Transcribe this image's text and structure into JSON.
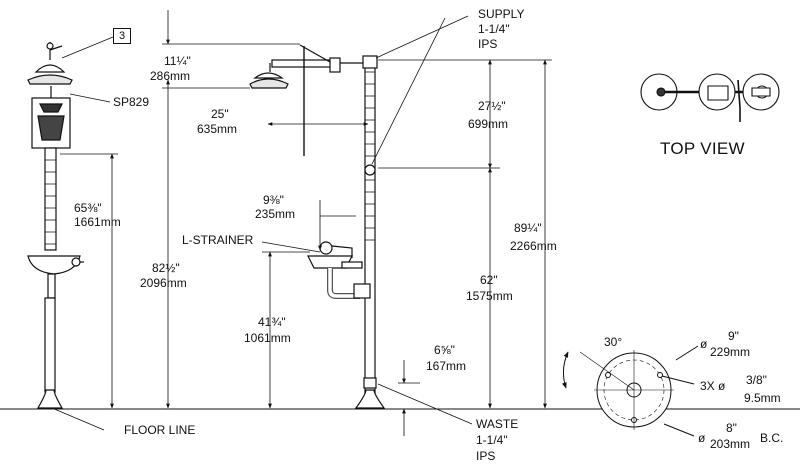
{
  "views": {
    "top_view_title": "TOP VIEW"
  },
  "callouts": {
    "detail_tag": "3",
    "model": "SP829",
    "supply": "SUPPLY",
    "supply_size": "1-1/4\"",
    "supply_type": "IPS",
    "waste": "WASTE",
    "waste_size": "1-1/4\"",
    "waste_type": "IPS",
    "strainer": "L-STRAINER",
    "floor": "FLOOR LINE"
  },
  "dimensions": {
    "head_drop_in": "11¼\"",
    "head_drop_mm": "286mm",
    "arm_reach_in": "25\"",
    "arm_reach_mm": "635mm",
    "upper_drop_in": "27½\"",
    "upper_drop_mm": "699mm",
    "bowl_offset_in": "9⅜\"",
    "bowl_offset_mm": "235mm",
    "eyewash_height_in": "65⅜\"",
    "eyewash_height_mm": "1661mm",
    "shower_height_in": "82½\"",
    "shower_height_mm": "2096mm",
    "overall_height_in": "89¼\"",
    "overall_height_mm": "2266mm",
    "supply_height_in": "62\"",
    "supply_height_mm": "1575mm",
    "bowl_height_in": "41¾\"",
    "bowl_height_mm": "1061mm",
    "waste_height_in": "6⅝\"",
    "waste_height_mm": "167mm"
  },
  "base_plate": {
    "angle": "30°",
    "dia_symbol": "ø",
    "plate_dia_in": "9\"",
    "plate_dia_mm": "229mm",
    "holes_qty": "3X ø",
    "hole_dia_in": "3/8\"",
    "hole_dia_mm": "9.5mm",
    "bolt_circle_in": "8\"",
    "bolt_circle_mm": "203mm",
    "bolt_circle_label": "B.C."
  }
}
